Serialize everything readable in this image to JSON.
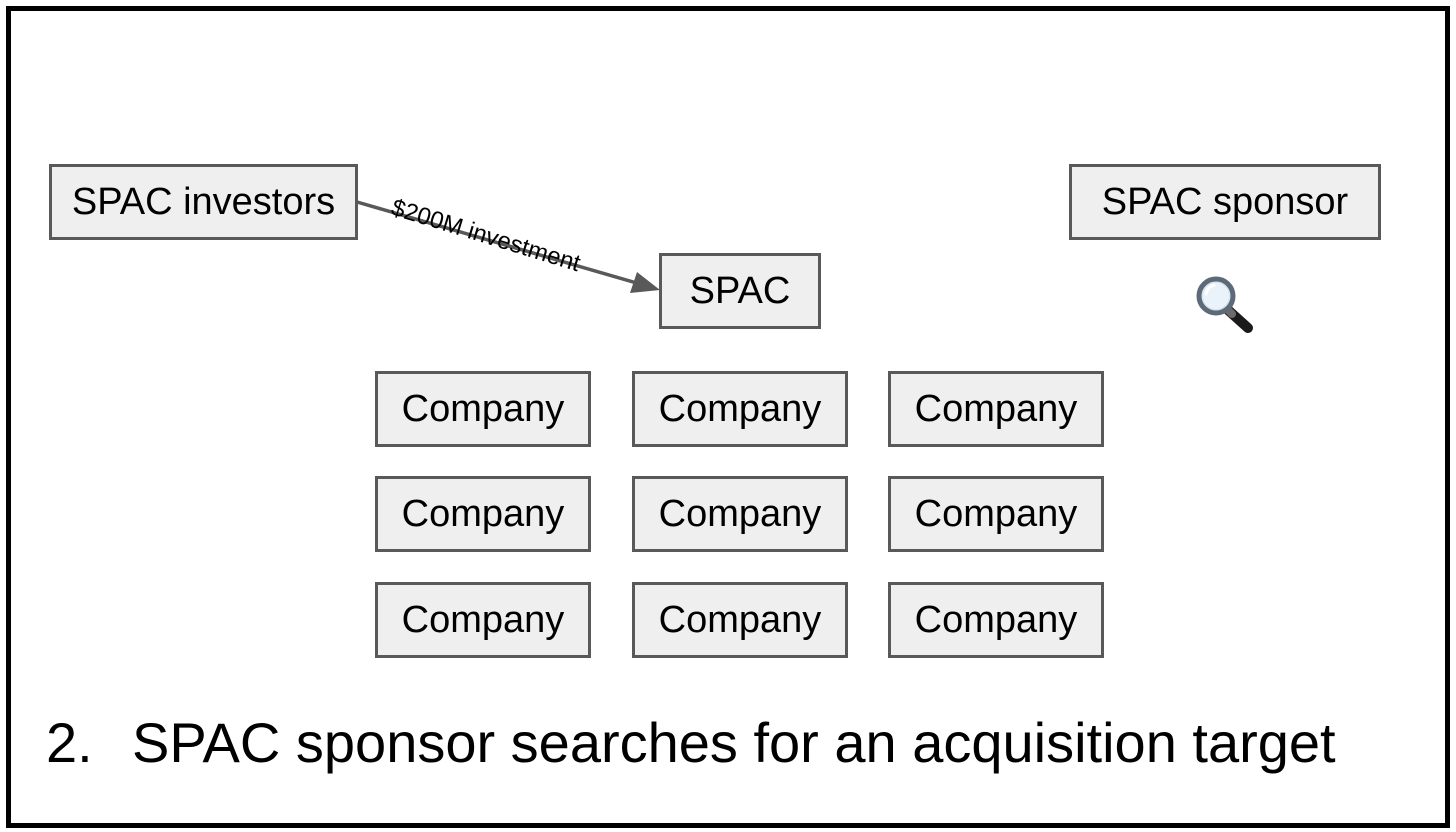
{
  "nodes": {
    "investors": "SPAC investors",
    "spac": "SPAC",
    "sponsor": "SPAC sponsor",
    "companies": [
      "Company",
      "Company",
      "Company",
      "Company",
      "Company",
      "Company",
      "Company",
      "Company",
      "Company"
    ]
  },
  "edges": [
    {
      "from": "investors",
      "to": "spac",
      "label": "$200M investment"
    }
  ],
  "icons": {
    "sponsor_search": "magnifying-glass-icon"
  },
  "caption": {
    "number": "2.",
    "text": "SPAC sponsor searches for an acquisition target"
  },
  "colors": {
    "node_fill": "#efefef",
    "node_border": "#595959",
    "edge": "#595959",
    "frame": "#000000"
  }
}
